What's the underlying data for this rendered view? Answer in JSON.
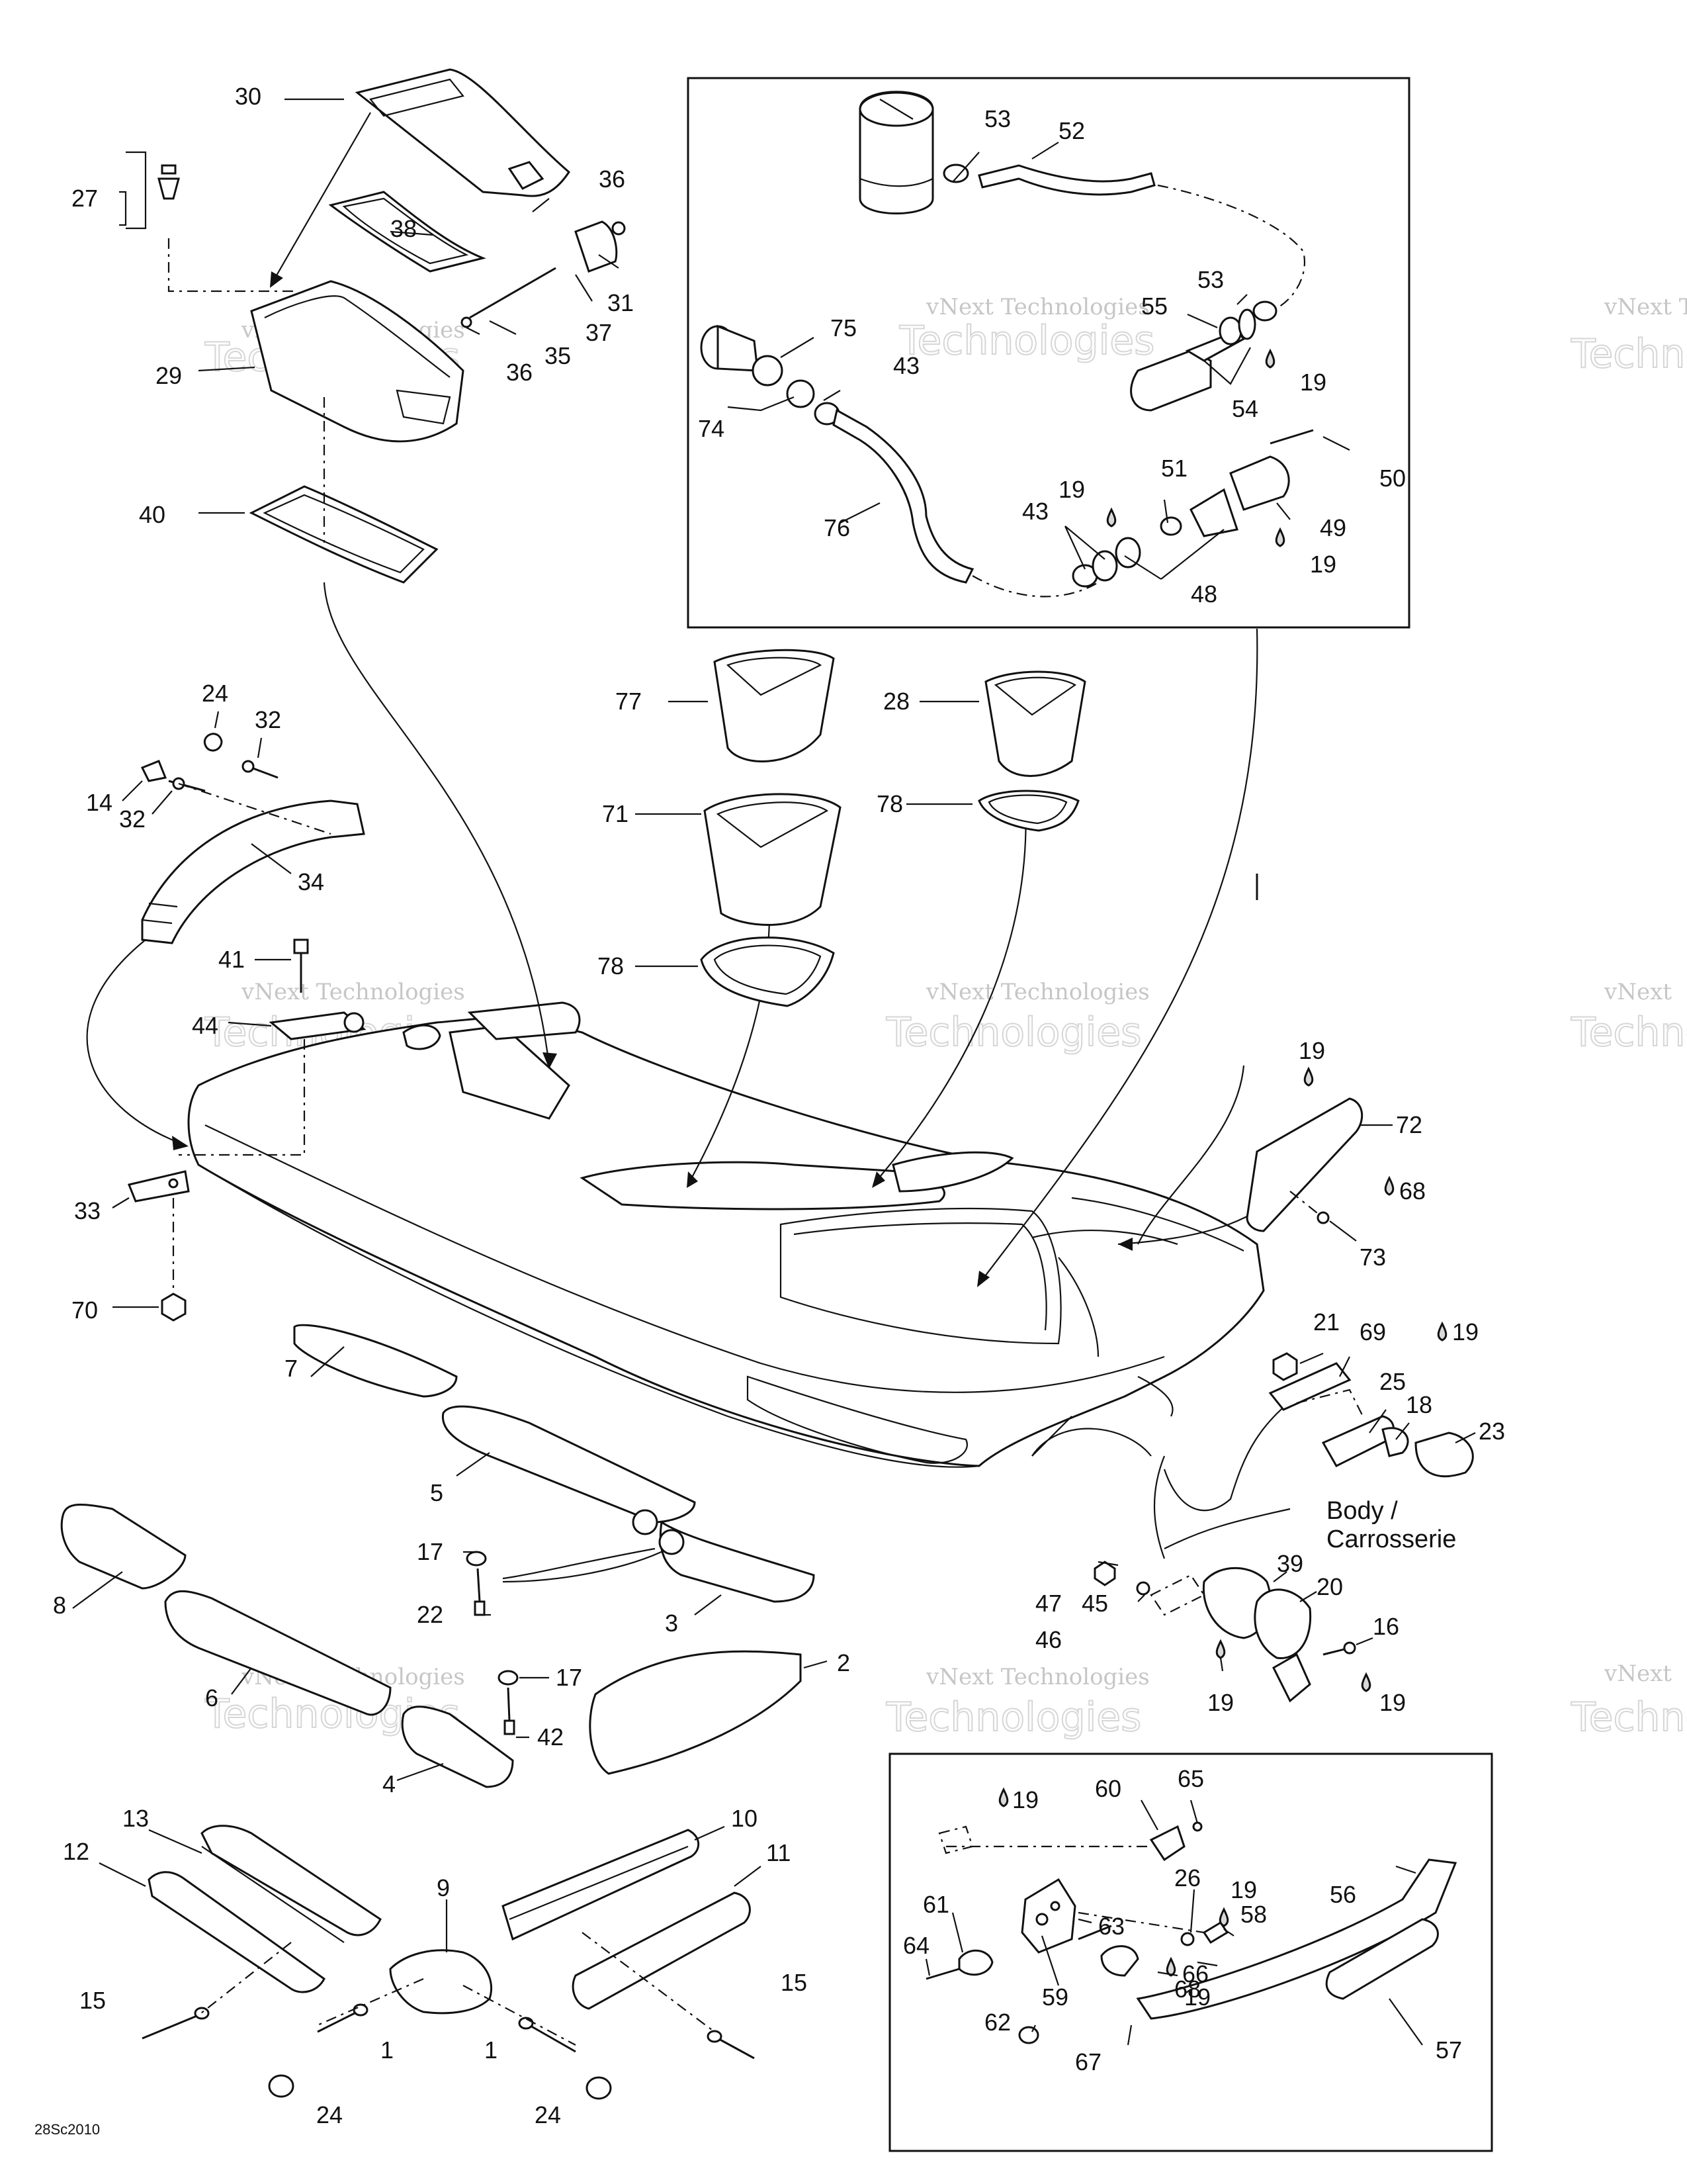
{
  "labels": {
    "n1a": "1",
    "n1b": "1",
    "n2": "2",
    "n3": "3",
    "n4": "4",
    "n5": "5",
    "n6": "6",
    "n7": "7",
    "n8": "8",
    "n9": "9",
    "n10": "10",
    "n11": "11",
    "n12": "12",
    "n13": "13",
    "n14": "14",
    "n15a": "15",
    "n15b": "15",
    "n16": "16",
    "n17a": "17",
    "n17b": "17",
    "n18": "18",
    "n19a": "19",
    "n19b": "19",
    "n19c": "19",
    "n19d": "19",
    "n19e": "19",
    "n19f": "19",
    "n19g": "19",
    "n19h": "19",
    "n19i": "19",
    "n19j": "19",
    "n20": "20",
    "n21": "21",
    "n22": "22",
    "n23": "23",
    "n24a": "24",
    "n24b": "24",
    "n24c": "24",
    "n25": "25",
    "n26": "26",
    "n27": "27",
    "n28": "28",
    "n29": "29",
    "n30": "30",
    "n31": "31",
    "n32a": "32",
    "n32b": "32",
    "n33": "33",
    "n34": "34",
    "n35": "35",
    "n36a": "36",
    "n36b": "36",
    "n37": "37",
    "n38": "38",
    "n39": "39",
    "n40": "40",
    "n41": "41",
    "n42": "42",
    "n43a": "43",
    "n43b": "43",
    "n44": "44",
    "n45": "45",
    "n46": "46",
    "n47": "47",
    "n48": "48",
    "n49": "49",
    "n50": "50",
    "n51": "51",
    "n52": "52",
    "n53a": "53",
    "n53b": "53",
    "n54": "54",
    "n55": "55",
    "n56": "56",
    "n57": "57",
    "n58": "58",
    "n59": "59",
    "n60": "60",
    "n61": "61",
    "n62": "62",
    "n63": "63",
    "n64": "64",
    "n65": "65",
    "n66": "66",
    "n67": "67",
    "n68a": "68",
    "n68b": "68",
    "n69": "69",
    "n70": "70",
    "n71": "71",
    "n72": "72",
    "n73": "73",
    "n74": "74",
    "n75": "75",
    "n76": "76",
    "n77": "77",
    "n78a": "78",
    "n78b": "78"
  },
  "body_label": {
    "line1": "Body /",
    "line2": "Carrosserie"
  },
  "diagram_code": "28Sc2010",
  "watermark": {
    "line1": "vNext Technologies",
    "line2": "Technologies",
    "line3": "vNext"
  }
}
